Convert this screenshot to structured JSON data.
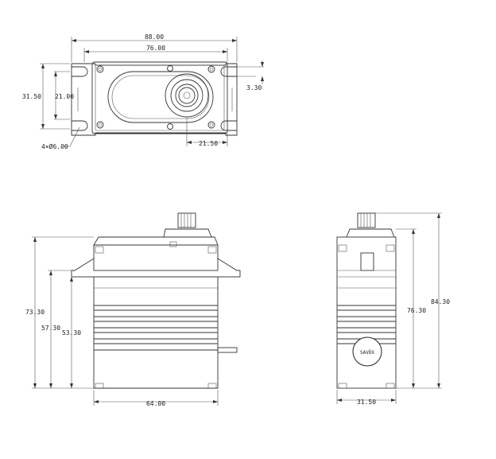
{
  "top_view": {
    "dim_width_outer": "88.00",
    "dim_width_inner": "76.00",
    "dim_height_outer": "31.50",
    "dim_height_inner": "21.00",
    "dim_tab_thickness": "3.30",
    "dim_shaft_offset": "21.50",
    "dim_holes": "4×Ø6.00"
  },
  "front_view": {
    "dim_total_height": "73.30",
    "dim_flange_height": "57.30",
    "dim_body_height": "53.30",
    "dim_width": "64.00"
  },
  "side_view": {
    "dim_body_height": "76.30",
    "dim_total_height": "84.30",
    "dim_depth": "31.50",
    "label_brand": "SAVÖX"
  }
}
